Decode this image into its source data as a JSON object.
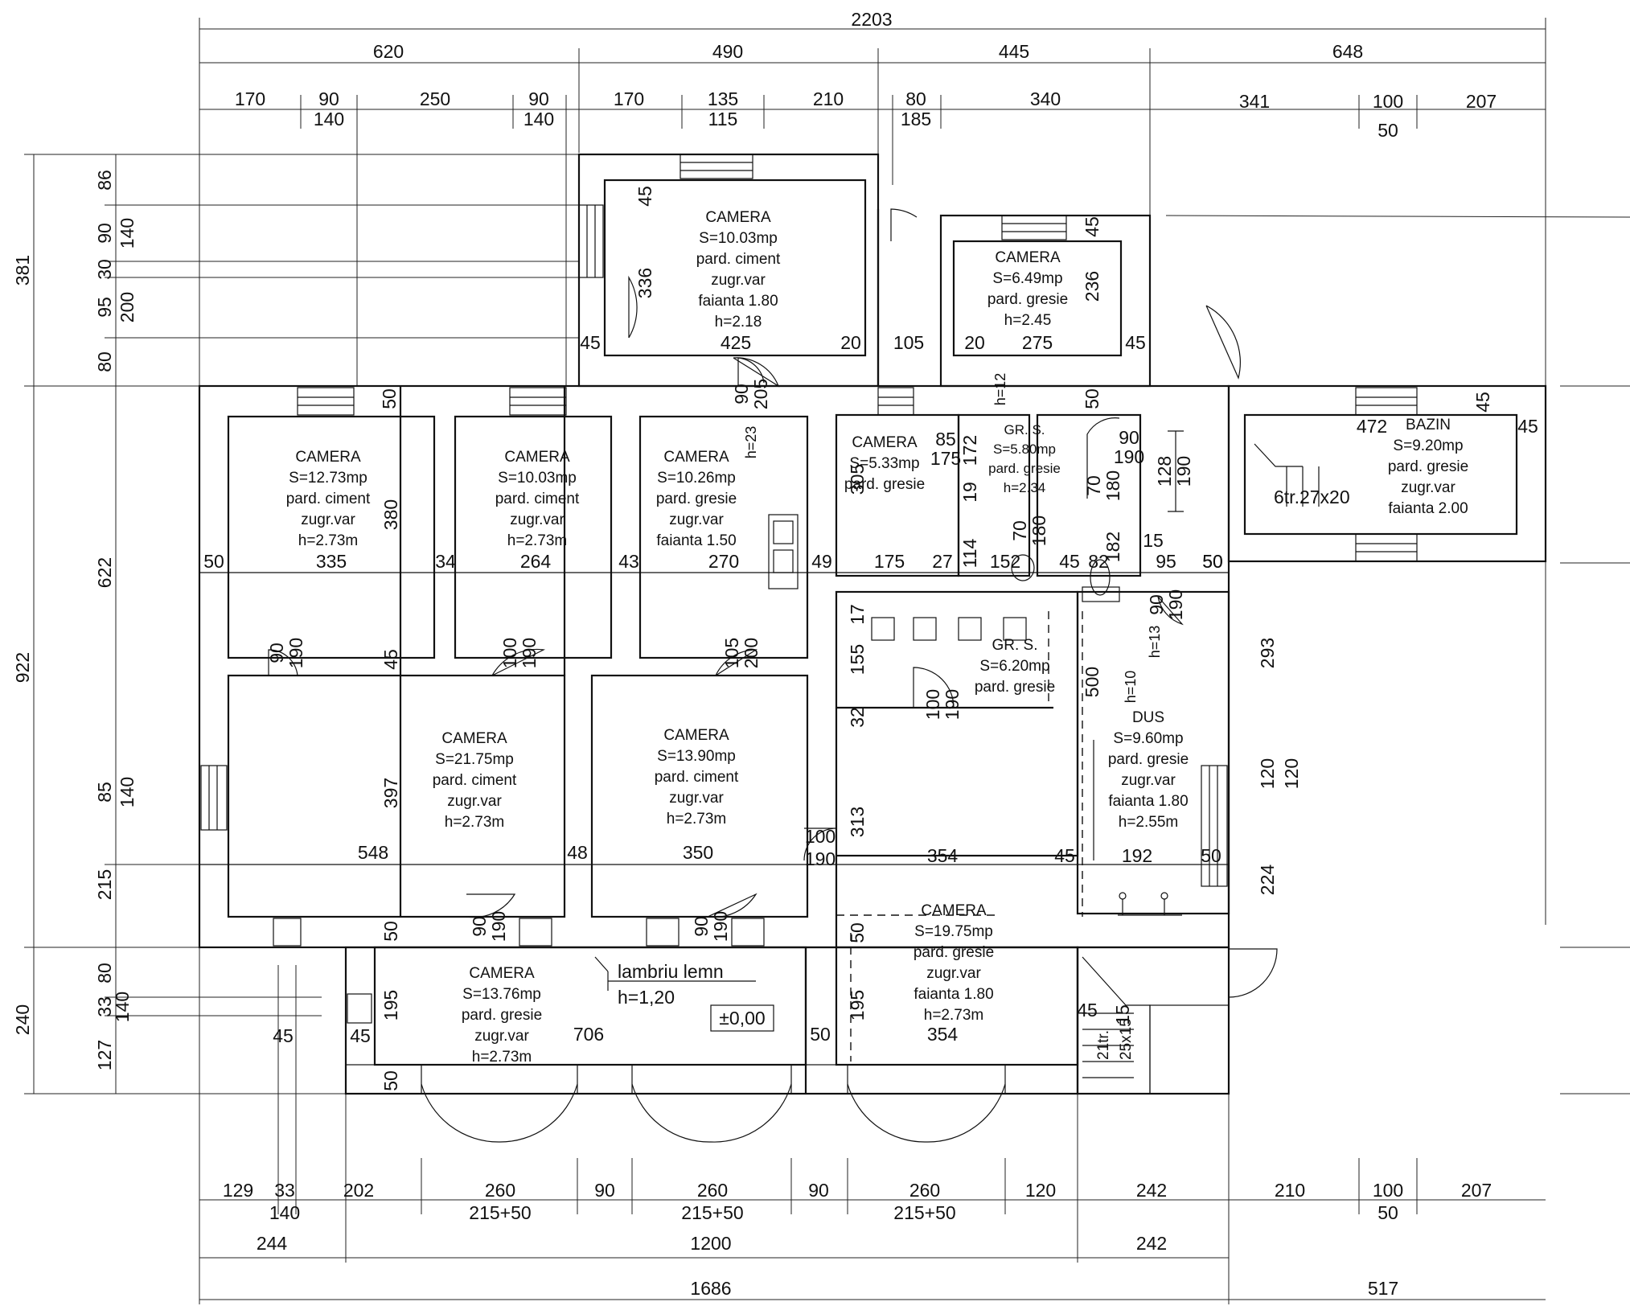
{
  "top_dims": {
    "total": "2203",
    "segments": [
      "620",
      "490",
      "445",
      "648"
    ],
    "row3": [
      "170",
      "90",
      "250",
      "90",
      "170",
      "135",
      "210",
      "80",
      "340",
      "341",
      "100",
      "207"
    ],
    "row3_sub": [
      "140",
      "140",
      "115",
      "185",
      "50"
    ]
  },
  "bottom_dims": {
    "row1": [
      "129",
      "33",
      "202",
      "260",
      "90",
      "260",
      "90",
      "260",
      "120",
      "242",
      "210",
      "100",
      "207"
    ],
    "row1_sub": [
      "140",
      "215+50",
      "215+50",
      "215+50",
      "50"
    ],
    "row2": [
      "244",
      "1200",
      "242"
    ],
    "row3": [
      "1686",
      "517"
    ]
  },
  "left_dims": {
    "outer": [
      "381",
      "922",
      "240"
    ],
    "mid": [
      "622"
    ],
    "inner": [
      "86",
      "90",
      "30",
      "95",
      "80",
      "85",
      "215",
      "80",
      "33",
      "127"
    ],
    "inner_sub": [
      "140",
      "200",
      "140",
      "140"
    ]
  },
  "rooms": [
    {
      "name": "CAMERA",
      "lines": [
        "S=10.03mp",
        "pard. ciment",
        "zugr.var",
        "faianta 1.80",
        "h=2.18"
      ]
    },
    {
      "name": "CAMERA",
      "lines": [
        "S=6.49mp",
        "pard. gresie",
        "h=2.45"
      ]
    },
    {
      "name": "CAMERA",
      "lines": [
        "S=12.73mp",
        "pard. ciment",
        "zugr.var",
        "h=2.73m"
      ]
    },
    {
      "name": "CAMERA",
      "lines": [
        "S=10.03mp",
        "pard. ciment",
        "zugr.var",
        "h=2.73m"
      ]
    },
    {
      "name": "CAMERA",
      "lines": [
        "S=10.26mp",
        "pard. gresie",
        "zugr.var",
        "faianta 1.50"
      ]
    },
    {
      "name": "CAMERA",
      "lines": [
        "S=5.33mp",
        "pard. gresie"
      ]
    },
    {
      "name": "GR. S.",
      "lines": [
        "S=5.80mp",
        "pard. gresie",
        "h=2.34"
      ]
    },
    {
      "name": "BAZIN",
      "lines": [
        "S=9.20mp",
        "pard. gresie",
        "zugr.var",
        "faianta 2.00"
      ]
    },
    {
      "name": "GR. S.",
      "lines": [
        "S=6.20mp",
        "pard. gresie"
      ]
    },
    {
      "name": "CAMERA",
      "lines": [
        "S=21.75mp",
        "pard. ciment",
        "zugr.var",
        "h=2.73m"
      ]
    },
    {
      "name": "CAMERA",
      "lines": [
        "S=13.90mp",
        "pard. ciment",
        "zugr.var",
        "h=2.73m"
      ]
    },
    {
      "name": "DUS",
      "lines": [
        "S=9.60mp",
        "pard. gresie",
        "zugr.var",
        "faianta 1.80",
        "h=2.55m"
      ]
    },
    {
      "name": "CAMERA",
      "lines": [
        "S=13.76mp",
        "pard. gresie",
        "zugr.var",
        "h=2.73m"
      ]
    },
    {
      "name": "CAMERA",
      "lines": [
        "S=19.75mp",
        "pard. gresie",
        "zugr.var",
        "faianta 1.80",
        "h=2.73m"
      ]
    }
  ],
  "notes": {
    "lambriu": "lambriu lemn",
    "lambriu_h": "h=1,20",
    "level": "±0,00",
    "stairs_bazin": "6tr.27x20",
    "stairs_bottom_a": "21tr.",
    "stairs_bottom_b": "25x15",
    "bazin_len": "472"
  },
  "inner_dims": [
    "45",
    "336",
    "425",
    "20",
    "105",
    "20",
    "275",
    "236",
    "45",
    "45",
    "45",
    "50",
    "50",
    "380",
    "335",
    "34",
    "264",
    "43",
    "270",
    "49",
    "50",
    "90",
    "190",
    "45",
    "100",
    "190",
    "105",
    "200",
    "90",
    "205",
    "h=23",
    "85",
    "175",
    "172",
    "305",
    "175",
    "27",
    "h=12",
    "19",
    "114",
    "152",
    "45",
    "82",
    "70",
    "180",
    "70",
    "180",
    "182",
    "50",
    "90",
    "190",
    "128",
    "190",
    "15",
    "95",
    "50",
    "45",
    "45",
    "17",
    "155",
    "32",
    "100",
    "190",
    "500",
    "h=10",
    "h=13",
    "90",
    "190",
    "293",
    "120",
    "120",
    "224",
    "397",
    "548",
    "48",
    "350",
    "313",
    "354",
    "45",
    "192",
    "50",
    "100",
    "190",
    "50",
    "90",
    "190",
    "90",
    "190",
    "50",
    "50",
    "195",
    "45",
    "45",
    "706",
    "50",
    "195",
    "354",
    "45",
    "15"
  ]
}
